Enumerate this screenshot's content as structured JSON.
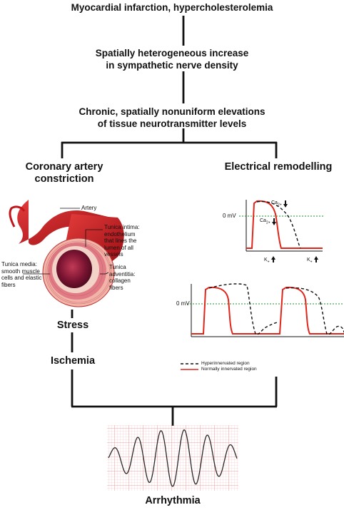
{
  "flow": {
    "top": "Myocardial infarction, hypercholesterolemia",
    "step2_line1": "Spatially heterogeneous increase",
    "step2_line2": "in sympathetic nerve density",
    "step3_line1": "Chronic, spatially nonuniform elevations",
    "step3_line2": "of tissue neurotransmitter levels",
    "left_line1": "Coronary artery",
    "left_line2": "constriction",
    "right": "Electrical remodelling",
    "stress": "Stress",
    "ischemia": "Ischemia",
    "bottom": "Arrhythmia"
  },
  "artery": {
    "artery": "Artery",
    "intima": [
      "Tunica intima:",
      "endothelium",
      "that lines the",
      "lumen of all",
      "vessels"
    ],
    "media": [
      "Tunica media:",
      "smooth muscle",
      "cells and elastic",
      "fibers"
    ],
    "adventitia": [
      "Tunica",
      "adventitia:",
      "collagen",
      "fibers"
    ]
  },
  "ap_top": {
    "zero": "0 mV",
    "ca_up": "Ca",
    "ca_down": "Ca",
    "k_left": "K",
    "k_right": "K"
  },
  "ap_bottom": {
    "zero": "0 mV"
  },
  "legend": {
    "dashed": "Hyperinnervated region",
    "solid": "Normally innervated region"
  },
  "colors": {
    "red": "#e0261b",
    "green": "#1a9a2a",
    "artery_red": "#c0171c"
  }
}
